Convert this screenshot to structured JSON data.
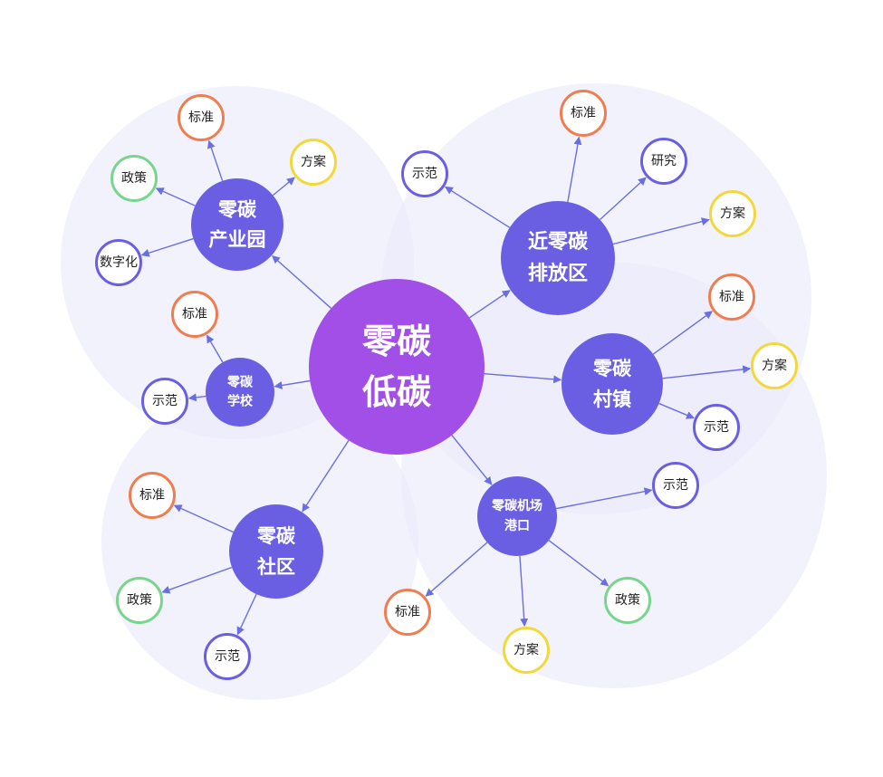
{
  "colors": {
    "bubble": "#E9E9FA",
    "center": "#A14FE6",
    "category": "#6A5FE3",
    "arrow": "#6A6FE0",
    "leaf_border": {
      "标准": "#F07D4F",
      "方案": "#F3D83A",
      "政策": "#79D48E",
      "示范": "#6A5FE3",
      "数字化": "#6A5FE3",
      "研究": "#6A5FE3"
    }
  },
  "center": {
    "lines": [
      "零碳",
      "低碳"
    ]
  },
  "categories": [
    {
      "id": "park",
      "lines": [
        "零碳",
        "产业园"
      ],
      "leaves": [
        "标准",
        "方案",
        "政策",
        "数字化"
      ]
    },
    {
      "id": "school",
      "lines": [
        "零碳",
        "学校"
      ],
      "leaves": [
        "标准",
        "示范"
      ]
    },
    {
      "id": "near",
      "lines": [
        "近零碳",
        "排放区"
      ],
      "leaves": [
        "标准",
        "研究",
        "示范",
        "方案"
      ]
    },
    {
      "id": "village",
      "lines": [
        "零碳",
        "村镇"
      ],
      "leaves": [
        "标准",
        "方案",
        "示范"
      ]
    },
    {
      "id": "community",
      "lines": [
        "零碳",
        "社区"
      ],
      "leaves": [
        "标准",
        "政策",
        "示范"
      ]
    },
    {
      "id": "airport",
      "lines": [
        "零碳机场",
        "港口"
      ],
      "leaves": [
        "示范",
        "政策",
        "方案",
        "标准"
      ]
    }
  ]
}
